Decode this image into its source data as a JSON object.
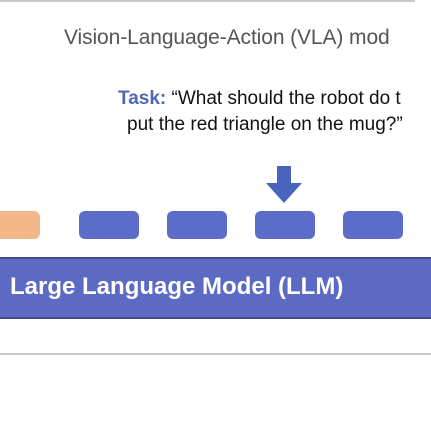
{
  "title": "Vision-Language-Action (VLA) mod",
  "task": {
    "label": "Task:",
    "line1": " “What should the robot do t",
    "line2": "put the red triangle on the mug?”"
  },
  "tokens": [
    {
      "name": "token-orange",
      "color": "#f3b88a"
    },
    {
      "name": "token-blue-1",
      "color": "#5b6dc8"
    },
    {
      "name": "token-blue-2",
      "color": "#5b6dc8"
    },
    {
      "name": "token-blue-3",
      "color": "#5b6dc8"
    },
    {
      "name": "token-blue-4",
      "color": "#5b6dc8"
    }
  ],
  "arrow": {
    "icon": "down-arrow-icon",
    "color": "#4a64bd"
  },
  "llm": {
    "label": "Large Language Model (LLM)",
    "color": "#5c6ac4"
  }
}
